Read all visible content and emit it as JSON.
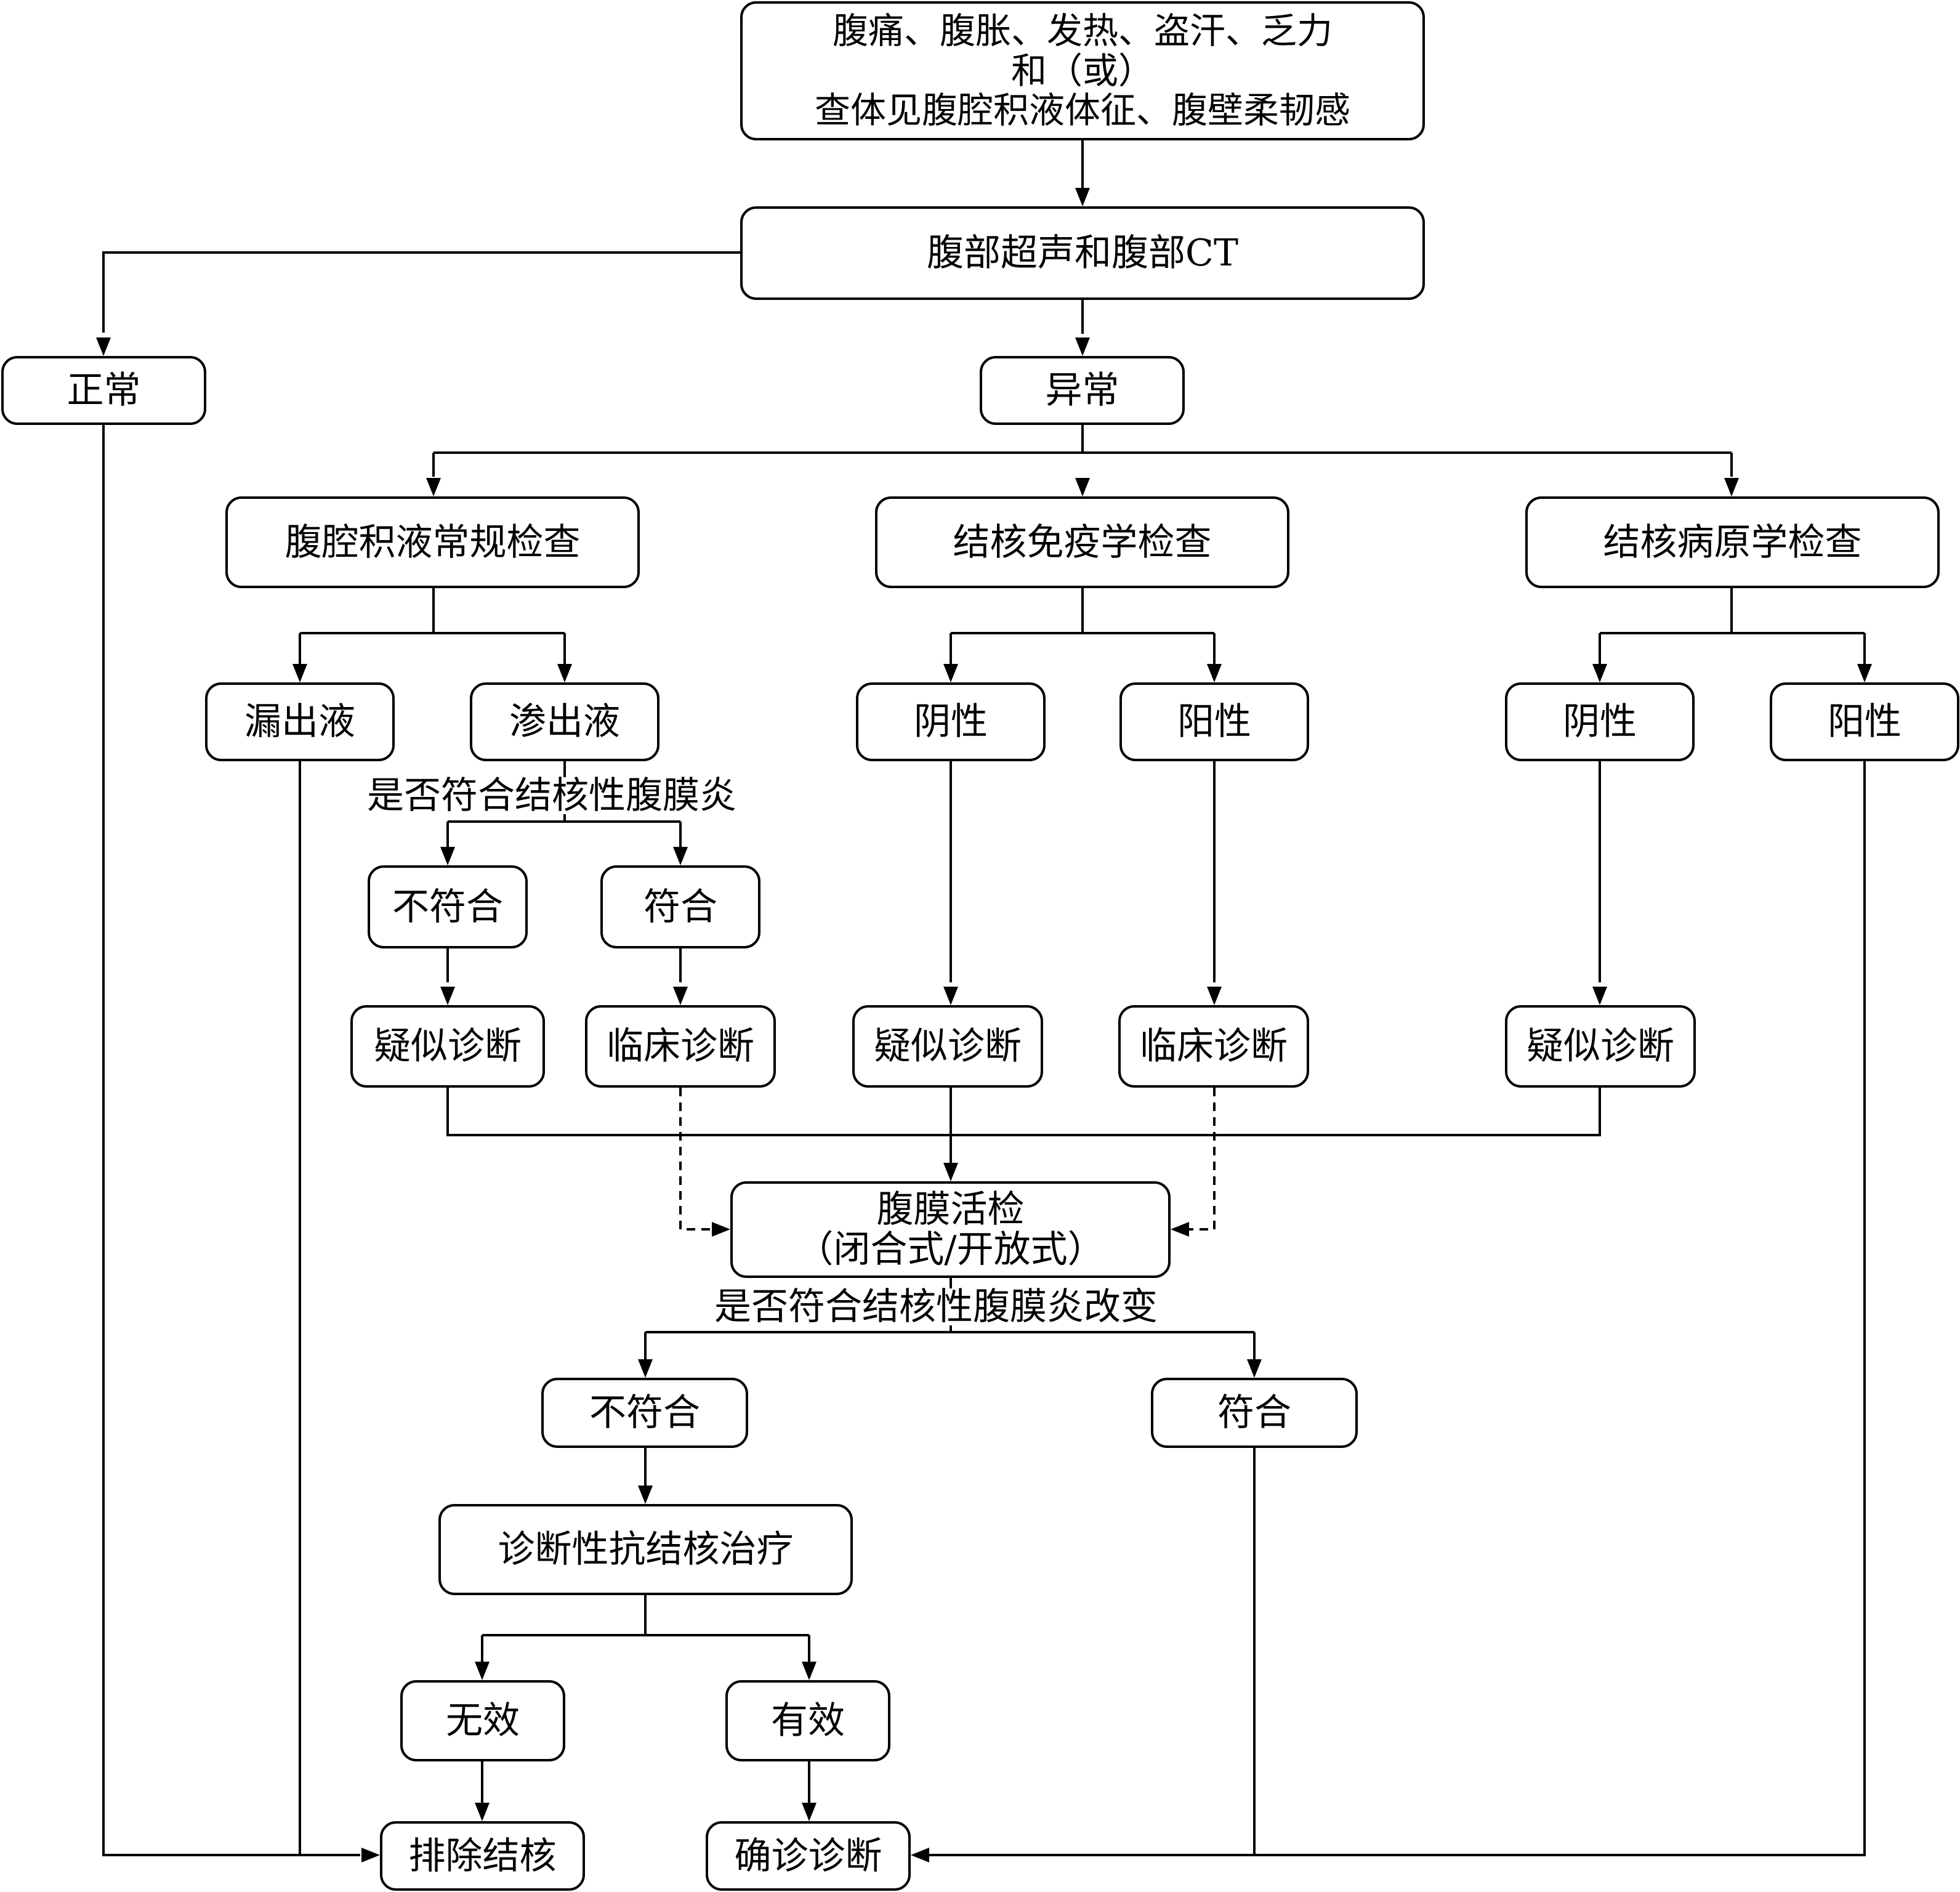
{
  "nodes": {
    "symptoms": [
      "腹痛、腹胀、发热、盗汗、乏力",
      "和（或）",
      "查体见腹腔积液体征、腹壁柔韧感"
    ],
    "imaging": "腹部超声和腹部CT",
    "normal": "正常",
    "abnormal": "异常",
    "ascites_exam": "腹腔积液常规检查",
    "tb_immuno": "结核免疫学检查",
    "tb_pathogen": "结核病原学检查",
    "transudate": "漏出液",
    "exudate": "渗出液",
    "immuno_negative": "阴性",
    "immuno_positive": "阳性",
    "pathogen_negative": "阴性",
    "pathogen_positive": "阳性",
    "exudate_not_match": "不符合",
    "exudate_match": "符合",
    "suspected_1": "疑似诊断",
    "clinical_1": "临床诊断",
    "suspected_2": "疑似诊断",
    "clinical_2": "临床诊断",
    "suspected_3": "疑似诊断",
    "biopsy": [
      "腹膜活检",
      "（闭合式/开放式）"
    ],
    "biopsy_not_match": "不符合",
    "biopsy_match": "符合",
    "diagnostic_treatment": "诊断性抗结核治疗",
    "ineffective": "无效",
    "effective": "有效",
    "exclude_tb": "排除结核",
    "confirmed": "确诊诊断"
  },
  "labels": {
    "exudate_question": "是否符合结核性腹膜炎",
    "biopsy_question": "是否符合结核性腹膜炎改变"
  }
}
